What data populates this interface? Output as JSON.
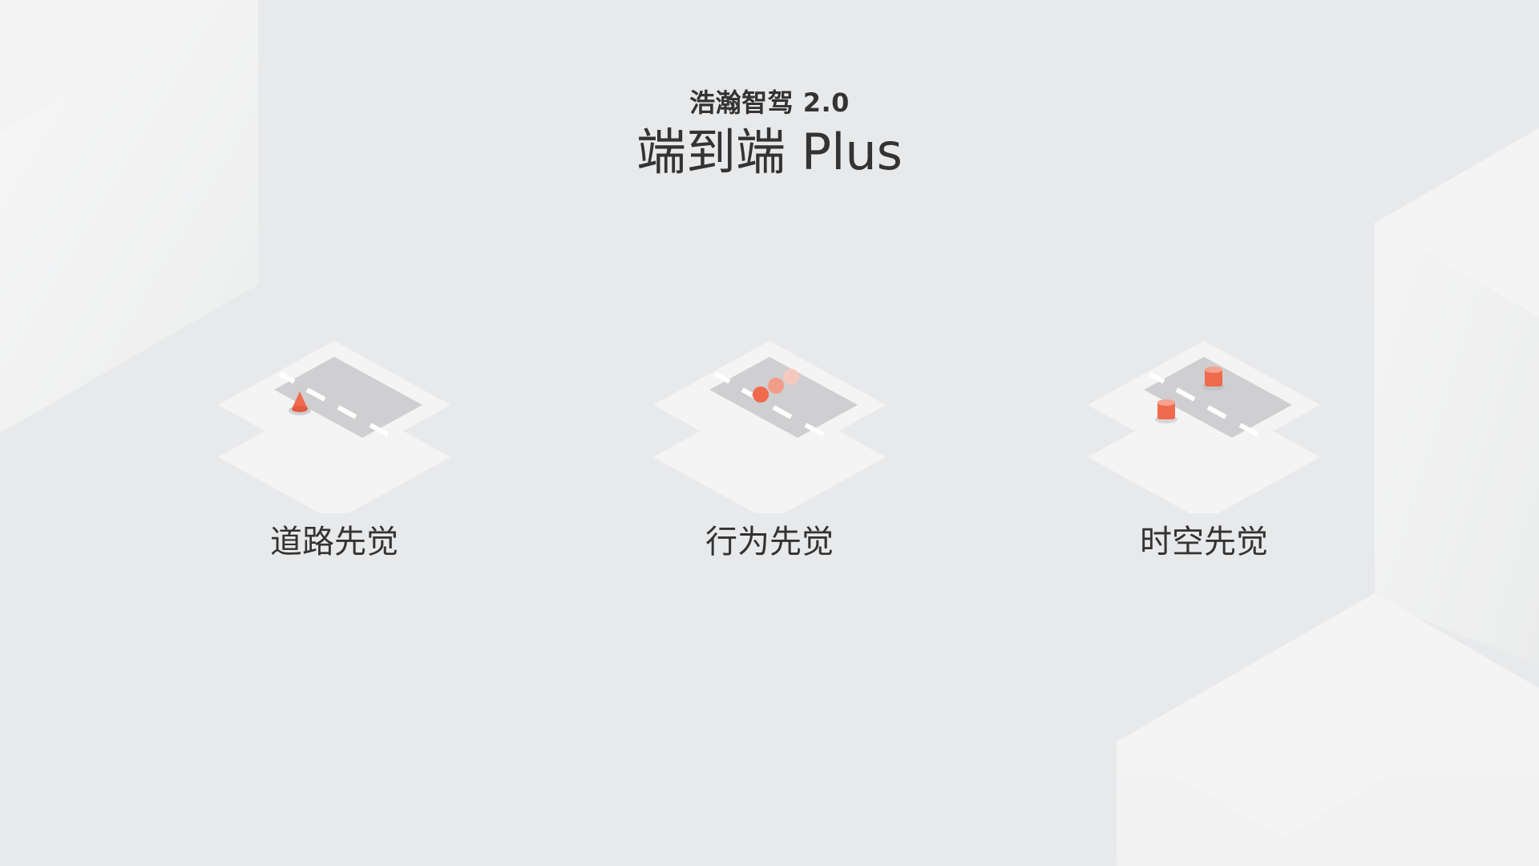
{
  "header": {
    "subtitle": "浩瀚智驾 2.0",
    "title": "端到端 Plus"
  },
  "features": [
    {
      "label": "道路先觉",
      "icon": "road-cone-icon"
    },
    {
      "label": "行为先觉",
      "icon": "road-motion-icon"
    },
    {
      "label": "时空先觉",
      "icon": "road-obstacles-icon"
    }
  ],
  "colors": {
    "background": "#e8e9eb",
    "text": "#333333",
    "accent": "#f06a4d"
  }
}
